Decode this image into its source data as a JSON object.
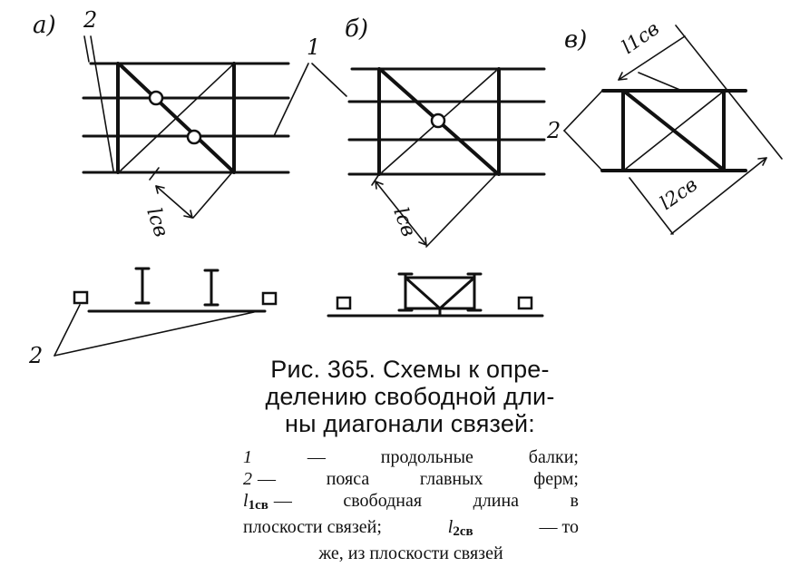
{
  "panels": {
    "a": {
      "label": "а)"
    },
    "b": {
      "label": "б)"
    },
    "v": {
      "label": "в)"
    }
  },
  "callouts": {
    "two": "2",
    "one": "1"
  },
  "dimensions": {
    "l_sv": "lсв",
    "l1_sv": "l1св",
    "l2_sv": "l2св"
  },
  "caption": {
    "line1": "Рис. 365. Схемы к опре-",
    "line2": "делению свободной дли-",
    "line3": "ны диагонали связей:"
  },
  "legend": {
    "item1_num": "1",
    "item1_dash": "—",
    "item1_word1": "продольные",
    "item1_word2": "балки;",
    "item2_num": "2",
    "item2_text": "— пояса главных ферм;",
    "item3_sym": "l",
    "item3_sub": "1св",
    "item3_text": "— свободная длина в",
    "item4_text": "плоскости связей;",
    "item4_sym": "l",
    "item4_sub": "2св",
    "item4_tail": "— то",
    "item5_text": "же, из плоскости связей"
  }
}
